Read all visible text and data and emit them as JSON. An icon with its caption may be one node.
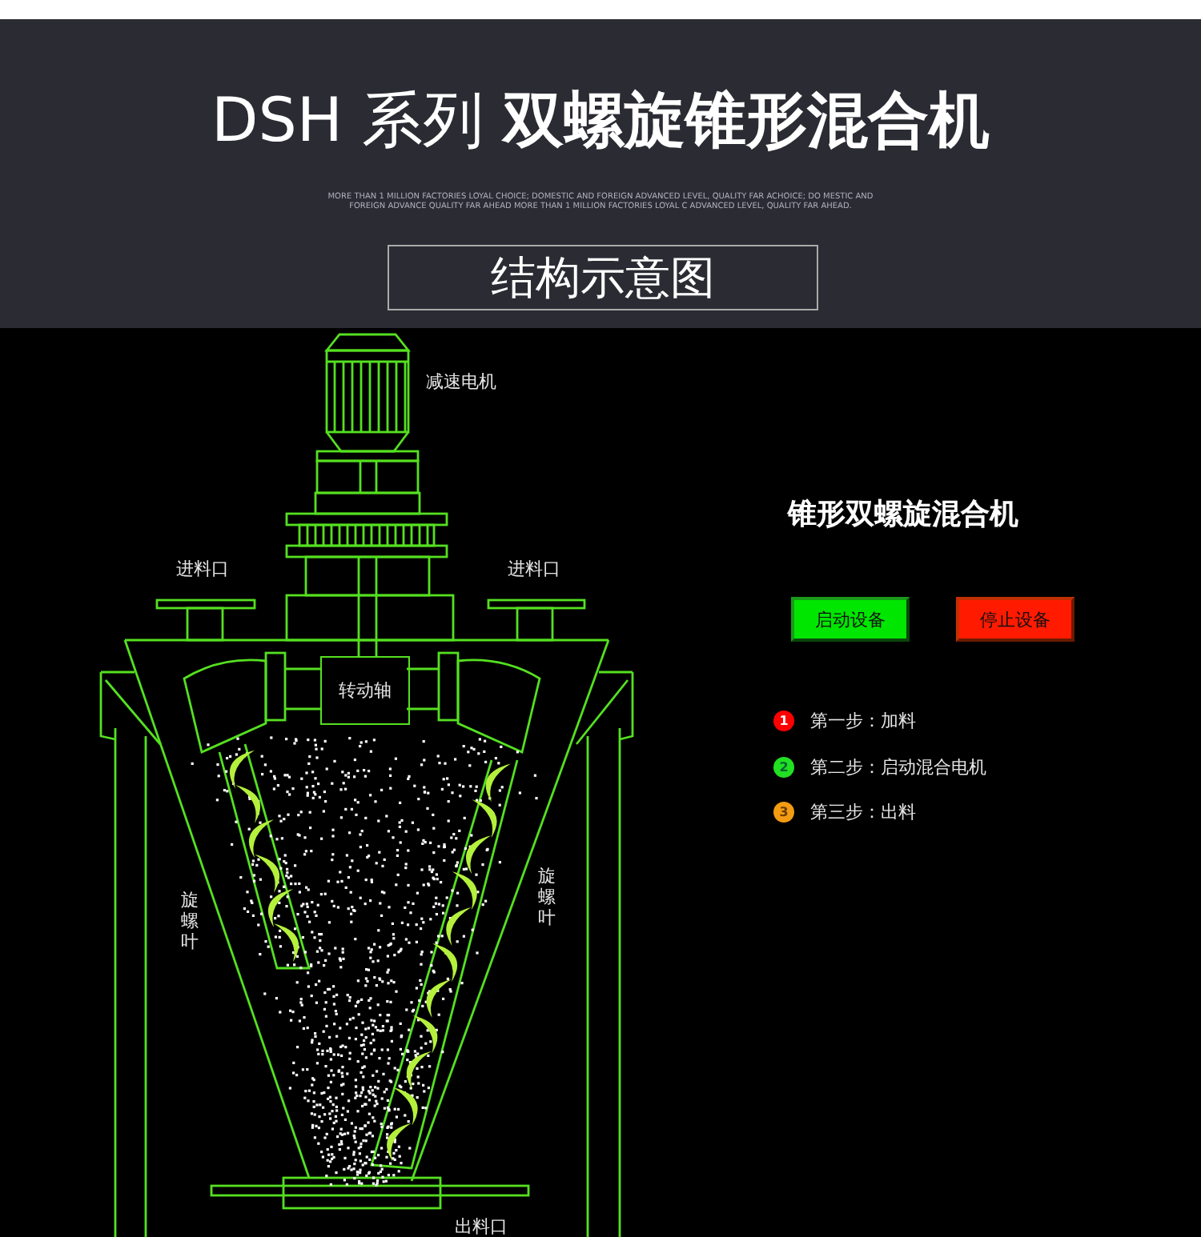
{
  "diagram": {
    "title": "DSH 系列 **双螺旋锥形混合机**",
    "nodes": [
      {
        "text": [
          "结构示意图"
        ]
      },
      {
        "text": [
          "转动轴"
        ]
      },
      {
        "text": [
          "启动设备"
        ]
      },
      {
        "text": [
          "停止设备"
        ]
      },
      {
        "text": [
          "1"
        ],
        "beside": [
          "第一步：加料"
        ]
      },
      {
        "text": [
          "2"
        ],
        "beside": [
          "第二步：启动混合电机"
        ]
      },
      {
        "text": [
          "3"
        ],
        "beside": [
          "第三步：出料"
        ]
      }
    ],
    "labels": [
      "MORE THAN 1 MILLION FACTORIES LOYAL CHOICE; DOMESTIC AND FOREIGN ADVANCED LEVEL, QUALITY FAR ACHOICE; DO MESTIC AND FOREIGN ADVANCE QUALITY FAR AHEAD MORE THAN 1 MILLION FACTORIES LOYAL C ADVANCED LEVEL, QUALITY FAR AHEAD.",
      "减速电机",
      "进料口",
      "进料口",
      "锥形双螺旋混合机",
      "旋螺叶",
      "旋螺叶",
      "出料口"
    ]
  }
}
